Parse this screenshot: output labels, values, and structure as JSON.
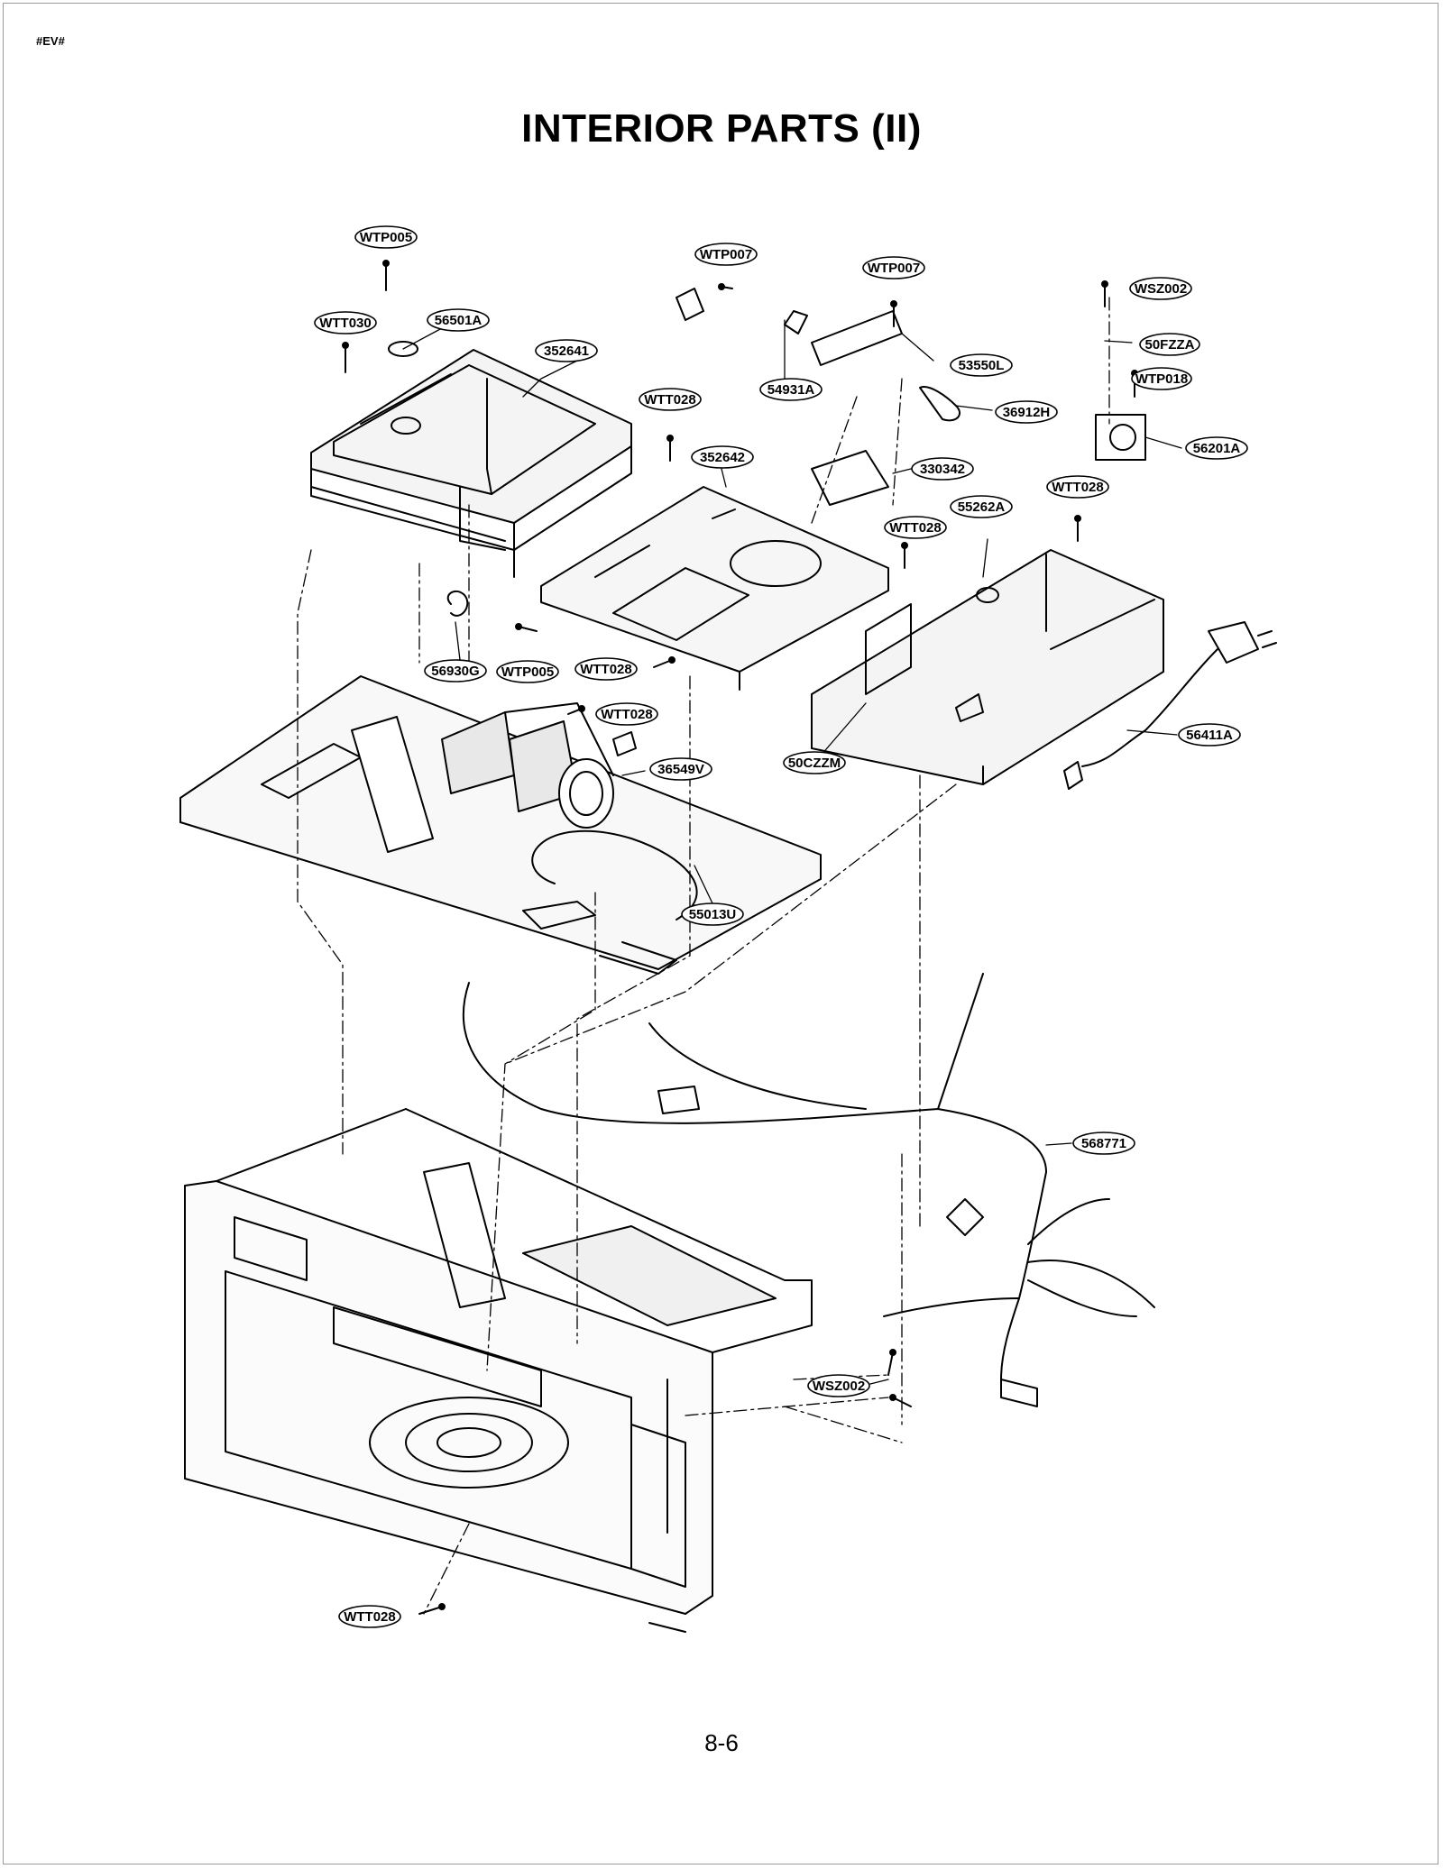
{
  "doc_code": "#EV#",
  "title": "INTERIOR PARTS (II)",
  "page_number": "8-6",
  "part_labels": [
    "WTP005",
    "WTT030",
    "56501A",
    "352641",
    "WTP007",
    "WTP007",
    "54931A",
    "53550L",
    "WSZ002",
    "50FZZA",
    "WTP018",
    "WTT028",
    "36912H",
    "56201A",
    "352642",
    "330342",
    "WTT028",
    "WTT028",
    "55262A",
    "56930G",
    "WTP005",
    "WTT028",
    "WTT028",
    "36549V",
    "50CZZM",
    "56411A",
    "55013U",
    "568771",
    "WSZ002",
    "WTT028"
  ]
}
